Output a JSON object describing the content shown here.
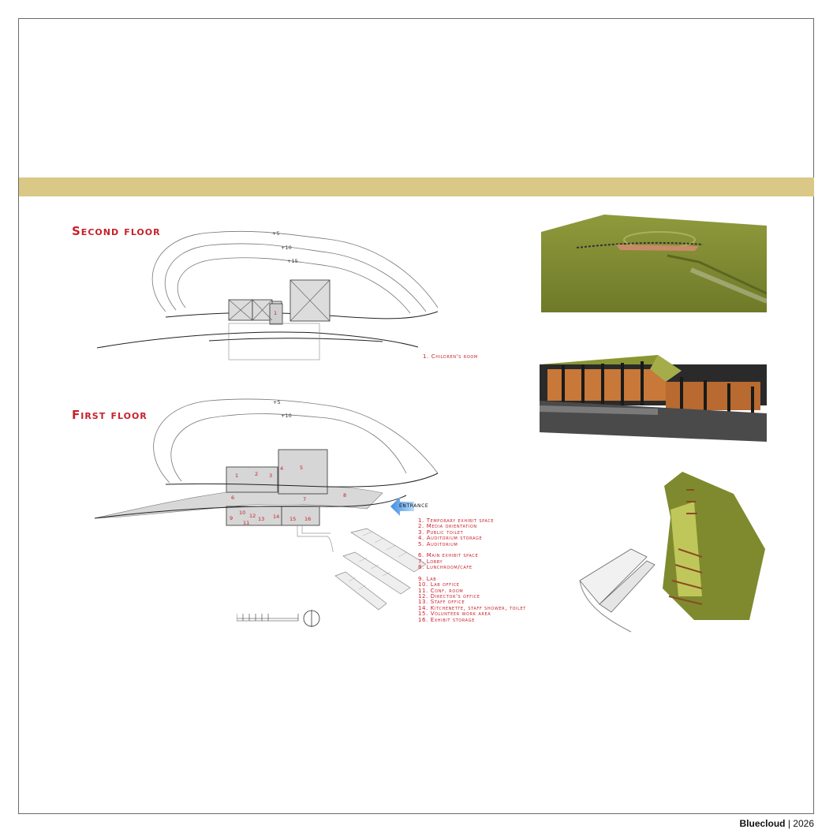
{
  "second_floor": {
    "title": "Second floor",
    "contours": [
      "+5",
      "+10",
      "+15"
    ],
    "room_numbers": [
      "1"
    ],
    "legend": [
      "1. Children's room"
    ]
  },
  "first_floor": {
    "title": "First floor",
    "contours": [
      "+5",
      "+10"
    ],
    "room_numbers": [
      "1",
      "2",
      "3",
      "4",
      "5",
      "6",
      "7",
      "8",
      "9",
      "10",
      "11",
      "12",
      "13",
      "14",
      "15",
      "16"
    ],
    "entrance_label": "ENTRANCE",
    "legend_groups": [
      [
        "1. Temporary exhibit space",
        "2. Media orientation",
        "3. Public toilet",
        "4. Auditorium storage",
        "5. Auditorium"
      ],
      [
        "6. Main exhibit space",
        "7. Lobby",
        "8. Lunchroom/cafe"
      ],
      [
        "9. Lab",
        "10. Lab office",
        "11. Conf. room",
        "12. Director's office",
        "13. Staff office",
        "14. Kitchenette, staff shower, toilet",
        "15. Volunteer work area",
        "16. Exhibit storage"
      ]
    ]
  },
  "footer": {
    "brand": "Bluecloud",
    "separator": " | ",
    "year": "2026"
  },
  "colors": {
    "band": "#d9c886",
    "label_red": "#c8202b",
    "terrain_green": "#7f8a2e",
    "plan_fill": "#d8d8d8"
  }
}
